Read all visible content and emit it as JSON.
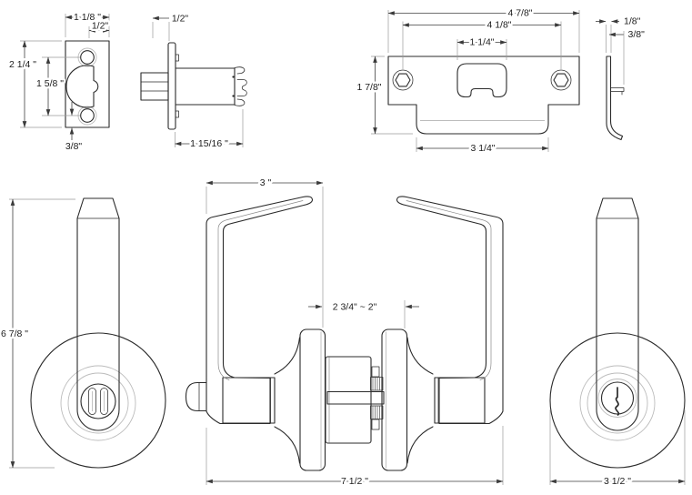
{
  "dims": {
    "faceplate_width": "1 1/8 \"",
    "faceplate_cutout": "1/2\"",
    "faceplate_height": "2 1/4 \"",
    "faceplate_hole_spacing": "1 5/8 \"",
    "faceplate_edge_offset": "3/8\"",
    "latch_throw": "1/2\"",
    "latch_body_length": "1 15/16 \"",
    "strike_width": "4 7/8\"",
    "strike_hole_spacing": "4 1/8\"",
    "strike_opening": "1 1/4\"",
    "strike_height": "1 7/8\"",
    "strike_tab_width": "3 1/4\"",
    "strike_thickness": "1/8\"",
    "strike_lip": "3/8\"",
    "lever_height": "6 7/8 \"",
    "lever_length": "3 \"",
    "door_thickness_range": "2 3/4\" ~ 2\"",
    "assembly_width": "7 1/2 \"",
    "rose_diameter": "3 1/2 \""
  },
  "colors": {
    "background": "#ffffff",
    "object_line": "#2b2b2b",
    "dimension_line": "#3f3f3f",
    "light_line": "#bcbcbc"
  }
}
